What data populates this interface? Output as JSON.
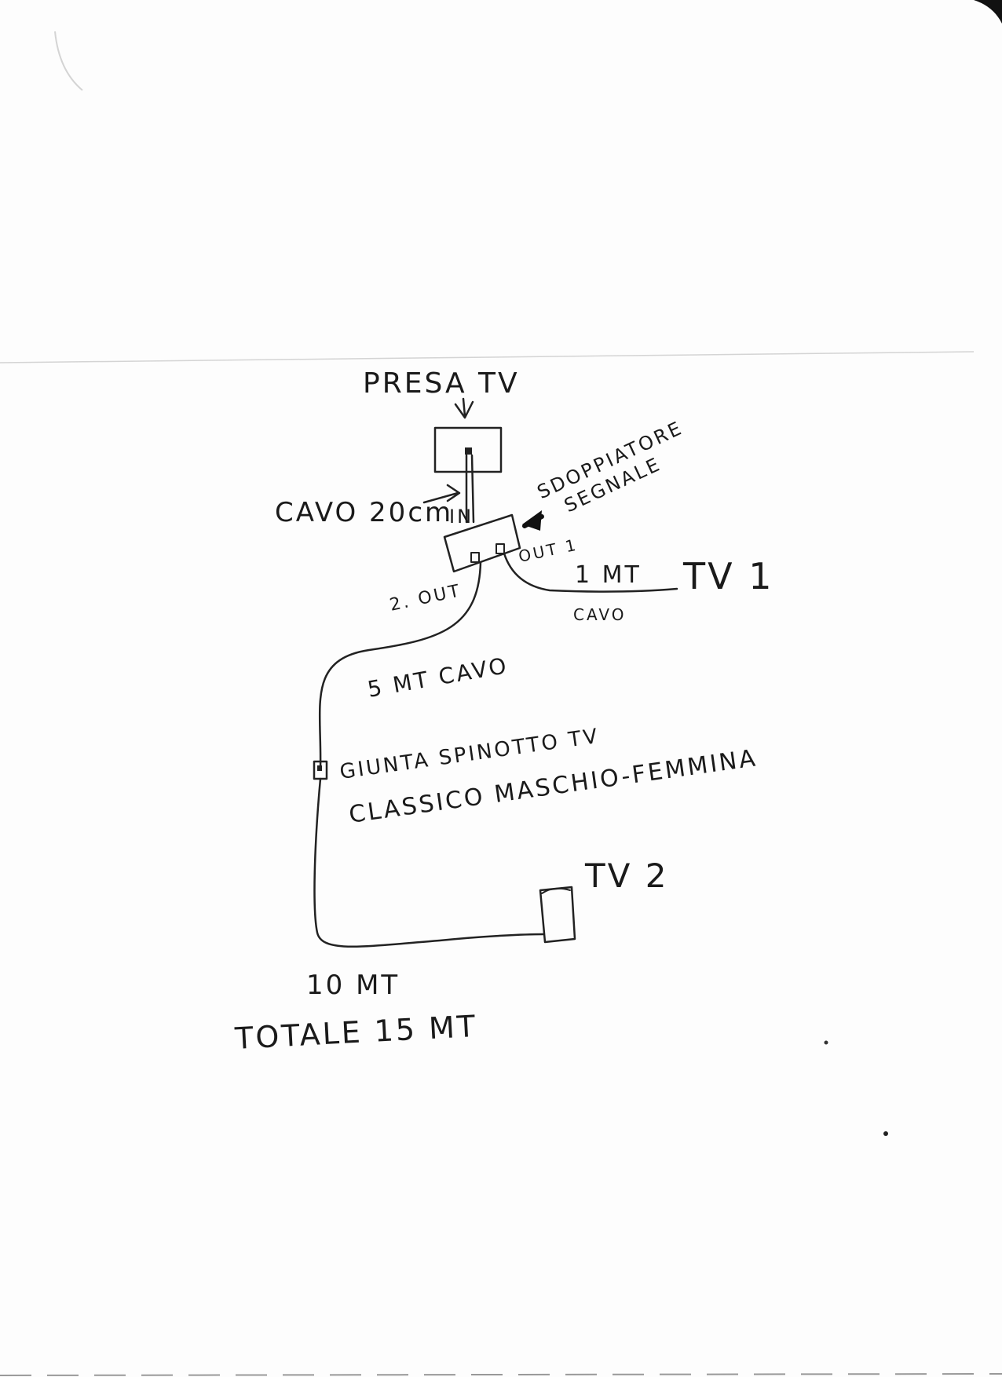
{
  "labels": {
    "presa_tv": "PRESA TV",
    "cavo_20cm": "CAVO 20cm",
    "in": "IN",
    "sdoppiatore": "SDOPPIATORE",
    "segnale": "SEGNALE",
    "out1": "OUT 1",
    "out2": "2. OUT",
    "one_mt": "1 MT",
    "cavo": "CAVO",
    "tv1": "TV 1",
    "five_mt_cavo": "5 MT CAVO",
    "giunta": "GIUNTA SPINOTTO TV",
    "classico": "CLASSICO MASCHIO-FEMMINA",
    "tv2": "TV 2",
    "ten_mt": "10 MT",
    "totale": "TOTALE 15 MT"
  },
  "colors": {
    "ink": "#222222",
    "paper": "#fdfdfd"
  }
}
